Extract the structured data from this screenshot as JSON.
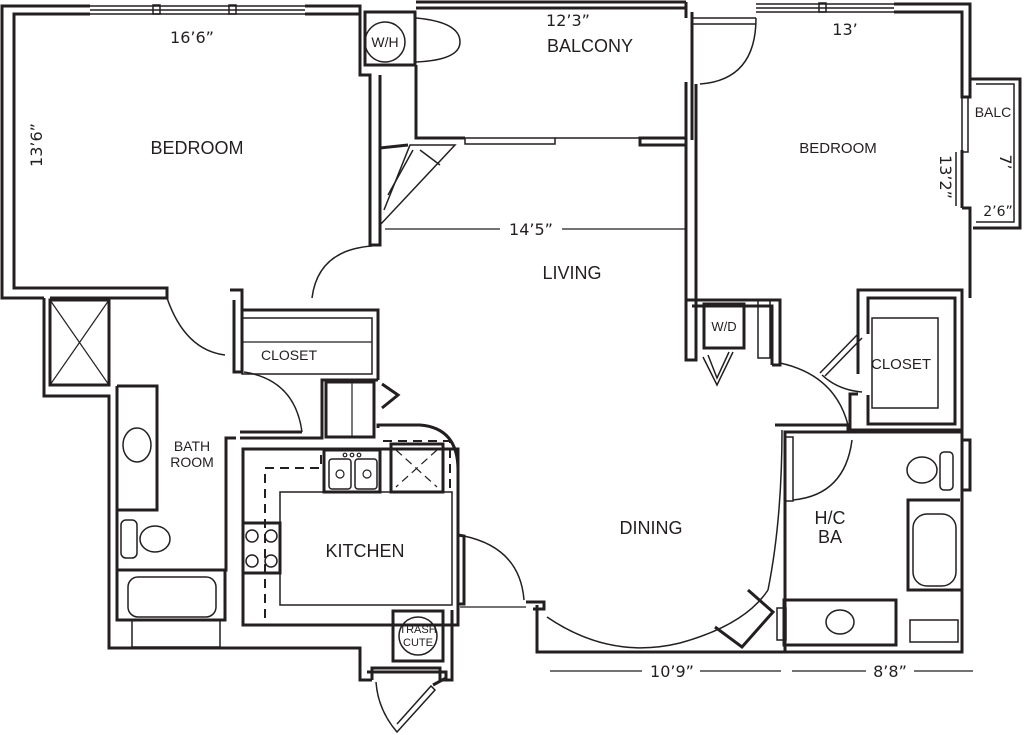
{
  "plan": {
    "rooms": {
      "bedroom_1": "BEDROOM",
      "balcony": "BALCONY",
      "bedroom_2": "BEDROOM",
      "balc_small": "BALC",
      "living": "LIVING",
      "closet_1": "CLOSET",
      "bath_line1": "BATH",
      "bath_line2": "ROOM",
      "kitchen": "KITCHEN",
      "dining": "DINING",
      "closet_2": "CLOSET",
      "hc_line1": "H/C",
      "hc_line2": "BA"
    },
    "fixtures": {
      "water_heater": "W/H",
      "washer_dryer": "W/D",
      "trash_line1": "TRASH",
      "trash_line2": "CUTE"
    },
    "dimensions": {
      "bedroom_1_width": "16’6”",
      "bedroom_1_depth": "13’6”",
      "balcony_width": "12’3”",
      "bedroom_2_width": "13’",
      "bedroom_2_depth": "13’2”",
      "balc_small_length": "7’",
      "balc_small_depth": "2’6”",
      "living_width": "14’5”",
      "dining_width": "10’9”",
      "hc_bath_width": "8’8”"
    }
  }
}
